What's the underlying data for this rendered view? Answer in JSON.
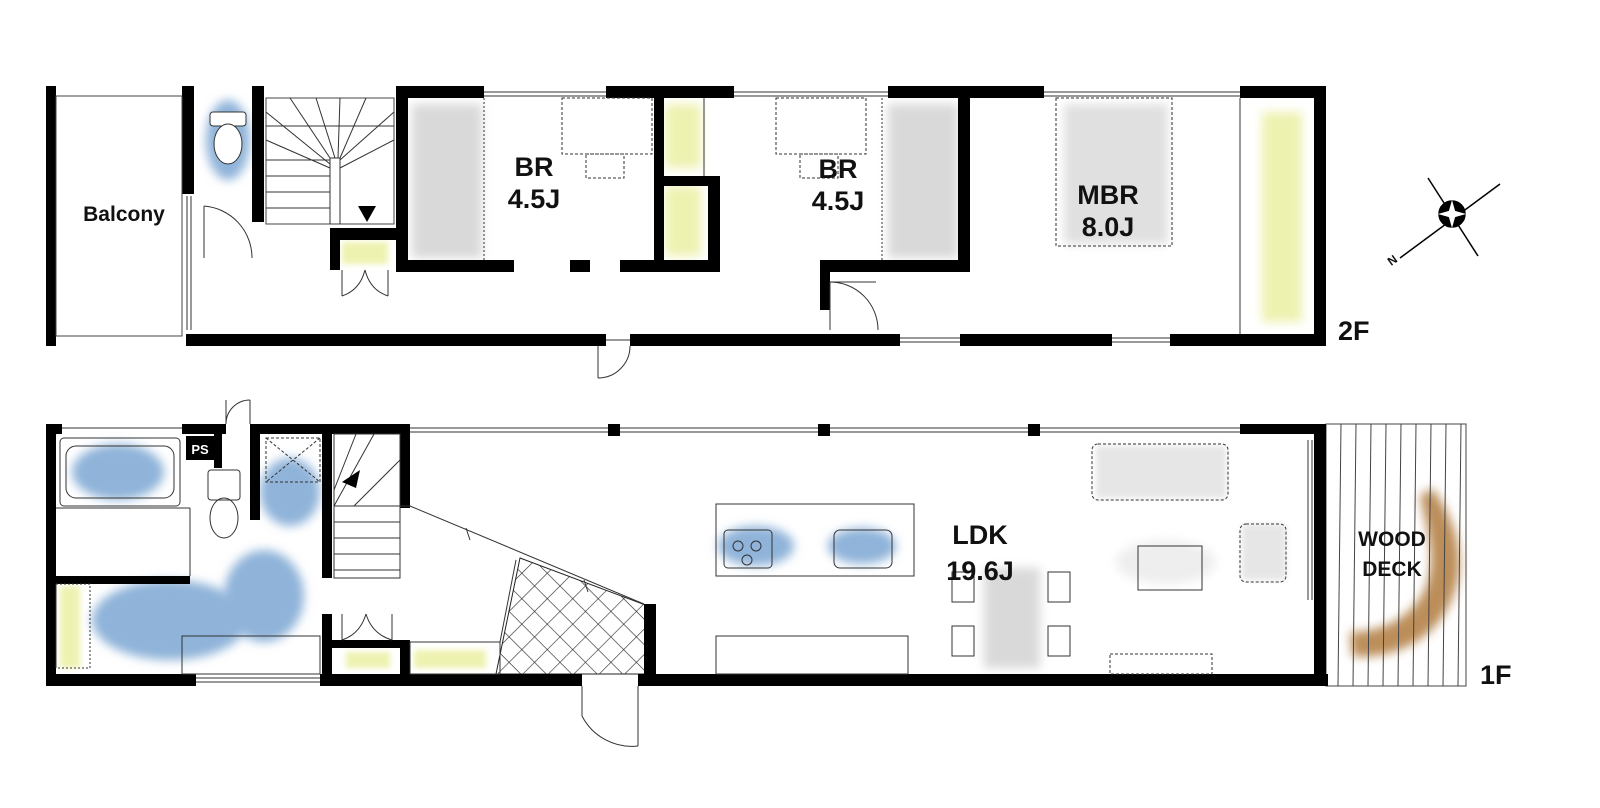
{
  "floors": {
    "upper": {
      "label": "2F",
      "rooms": {
        "balcony": "Balcony",
        "br1": {
          "name": "BR",
          "size": "4.5J"
        },
        "br2": {
          "name": "BR",
          "size": "4.5J"
        },
        "mbr": {
          "name": "MBR",
          "size": "8.0J"
        }
      }
    },
    "lower": {
      "label": "1F",
      "rooms": {
        "ldk": {
          "name": "LDK",
          "size": "19.6J"
        },
        "deck": {
          "line1": "WOOD",
          "line2": "DECK"
        },
        "ps": "PS"
      }
    }
  },
  "compass": {
    "north_label": "N"
  },
  "colors": {
    "wall": "#000000",
    "storage_fill": "#eef2b0",
    "bed_fill": "#d9d9d9",
    "water_fill": "#8fb3d9",
    "furniture_fill": "#e6e6e6",
    "deck_stain": "#b07a3e"
  }
}
